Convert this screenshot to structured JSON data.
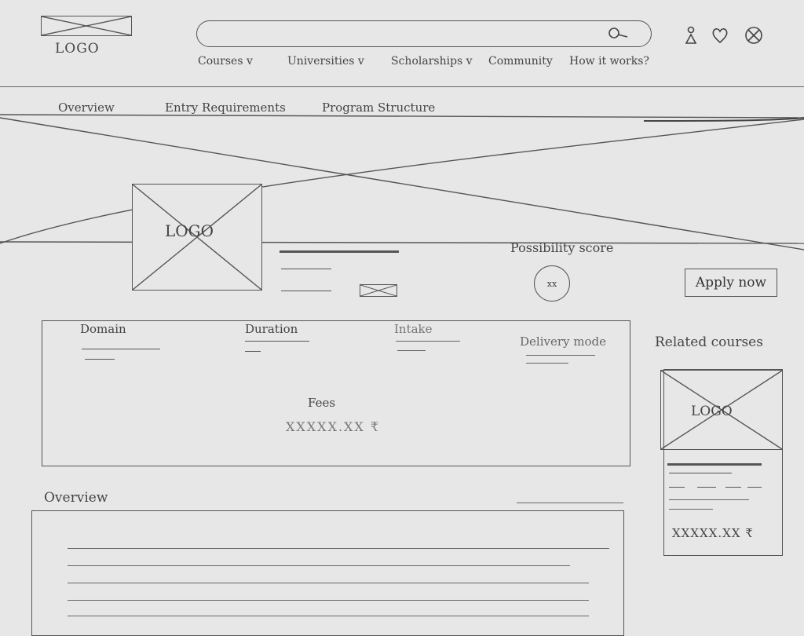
{
  "header": {
    "logo_text": "LOGO",
    "nav": [
      "Courses v",
      "Universities v",
      "Scholarships v",
      "Community",
      "How it works?"
    ],
    "icons": [
      "user-icon",
      "heart-icon",
      "globe-icon",
      "search-icon"
    ]
  },
  "tabs": [
    "Overview",
    "Entry Requirements",
    "Program Structure"
  ],
  "hero": {
    "logo_text": "LOGO",
    "score_label": "Possibility score",
    "score_value": "xx",
    "apply_label": "Apply now"
  },
  "info": {
    "labels": [
      "Domain",
      "Duration",
      "Intake",
      "Delivery mode"
    ],
    "fees_label": "Fees",
    "fees_value": "XXXXX.XX ₹"
  },
  "related": {
    "title": "Related courses",
    "logo_text": "LOGO",
    "price": "XXXXX.XX ₹"
  },
  "overview": {
    "title": "Overview"
  }
}
